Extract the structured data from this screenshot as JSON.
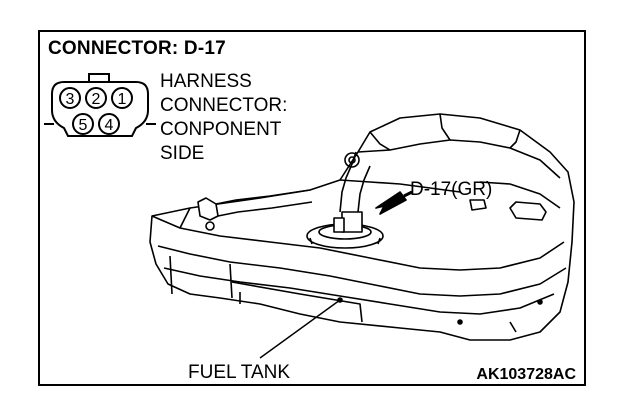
{
  "title": "CONNECTOR: D-17",
  "connector_face": {
    "lines": [
      "HARNESS",
      "CONNECTOR:",
      "CONPONENT",
      "SIDE"
    ],
    "pins_top": [
      "3",
      "2",
      "1"
    ],
    "pins_bottom": [
      "5",
      "4"
    ]
  },
  "callout": "D-17(GR)",
  "tank_label": "FUEL TANK",
  "figure_code": "AK103728AC"
}
